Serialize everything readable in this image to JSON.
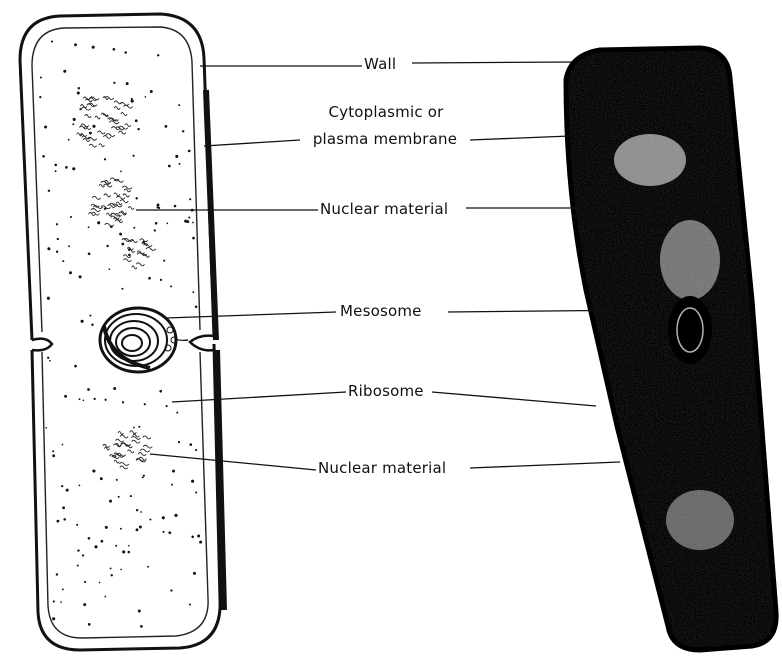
{
  "figure": {
    "labels": {
      "wall": "Wall",
      "membrane_line1": "Cytoplasmic or",
      "membrane_line2": "plasma membrane",
      "nuclear_material_top": "Nuclear material",
      "mesosome": "Mesosome",
      "ribosome": "Ribosome",
      "nuclear_material_bottom": "Nuclear material"
    },
    "colors": {
      "ink": "#111111",
      "paper": "#ffffff"
    }
  }
}
